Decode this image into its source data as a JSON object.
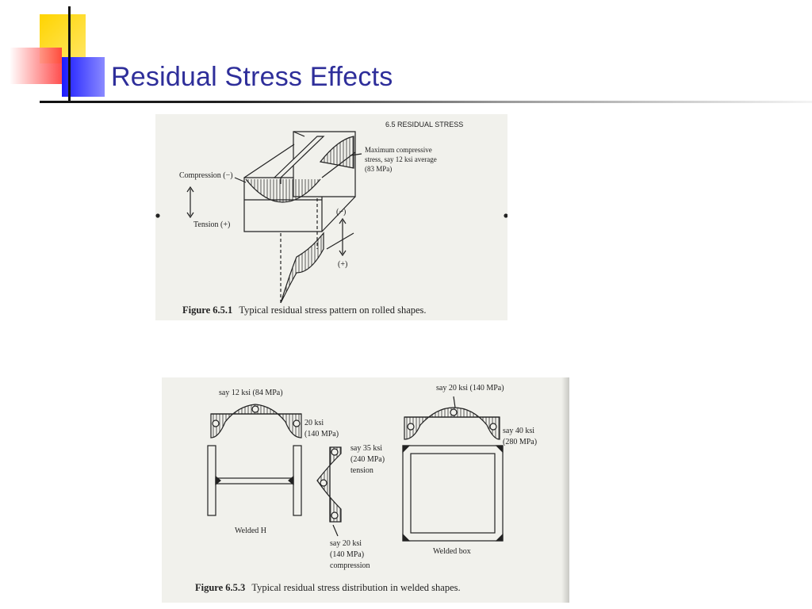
{
  "slide": {
    "title": "Residual Stress Effects"
  },
  "figure1": {
    "header": "6.5   RESIDUAL STRESS",
    "max_comp_lines": [
      "Maximum compressive",
      "stress, say 12 ksi average",
      "(83 MPa)"
    ],
    "compression_label": "Compression (−)",
    "tension_label": "Tension (+)",
    "minus_label": "(−)",
    "plus_label": "(+)",
    "caption_number": "Figure 6.5.1",
    "caption_text": "Typical residual stress pattern on rolled shapes."
  },
  "figure2": {
    "h_flange_stress": "say 12 ksi (84 MPa)",
    "h_flange_edge_lines": [
      "20 ksi",
      "(140 MPa)"
    ],
    "h_web_tension_lines": [
      "say 35 ksi",
      "(240 MPa)",
      "tension"
    ],
    "h_web_comp_lines": [
      "say 20 ksi",
      "(140 MPa)",
      "compression"
    ],
    "h_label": "Welded H",
    "box_top_stress": "say 20 ksi (140 MPa)",
    "box_edge_lines": [
      "say 40 ksi",
      "(280 MPa)"
    ],
    "box_label": "Welded box",
    "caption_number": "Figure 6.5.3",
    "caption_text": "Typical residual stress distribution in welded shapes."
  }
}
